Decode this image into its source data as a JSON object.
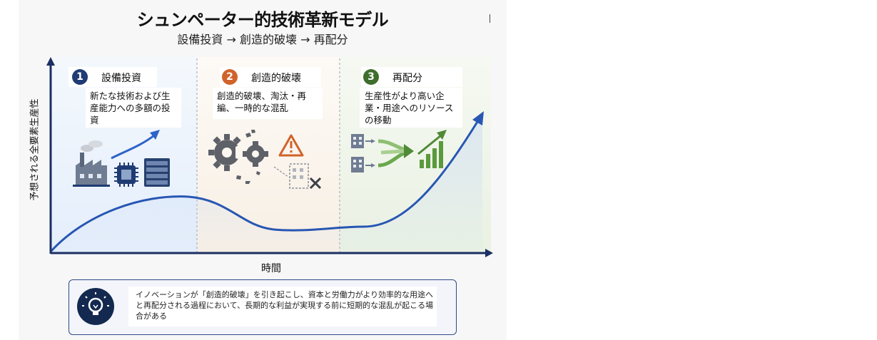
{
  "header": {
    "title": "シュンペーター的技術革新モデル",
    "subtitle": "設備投資 → 創造的破壊 → 再配分"
  },
  "axes": {
    "y_label": "予想される全要素生産性",
    "x_label": "時間"
  },
  "stages": [
    {
      "number": "1",
      "title": "設備投資",
      "description": "新たな技術および生産能力への多額の投資",
      "color": "#1f3b73"
    },
    {
      "number": "2",
      "title": "創造的破壊",
      "description": "創造的破壊、淘汰・再編、一時的な混乱",
      "color": "#d1632a"
    },
    {
      "number": "3",
      "title": "再配分",
      "description": "生産性がより高い企業・用途へのリソースの移動",
      "color": "#3e6e2c"
    }
  ],
  "note": {
    "text": "イノベーションが「創造的破壊」を引き起こし、資本と労働力がより効率的な用途へと再配分される過程において、長期的な利益が実現する前に短期的な混乱が起こる場合がある"
  },
  "colors": {
    "curve": "#2756b3",
    "axis": "#1b2f63",
    "note_border": "#2d4a86",
    "icon_dark": "#13294f"
  }
}
